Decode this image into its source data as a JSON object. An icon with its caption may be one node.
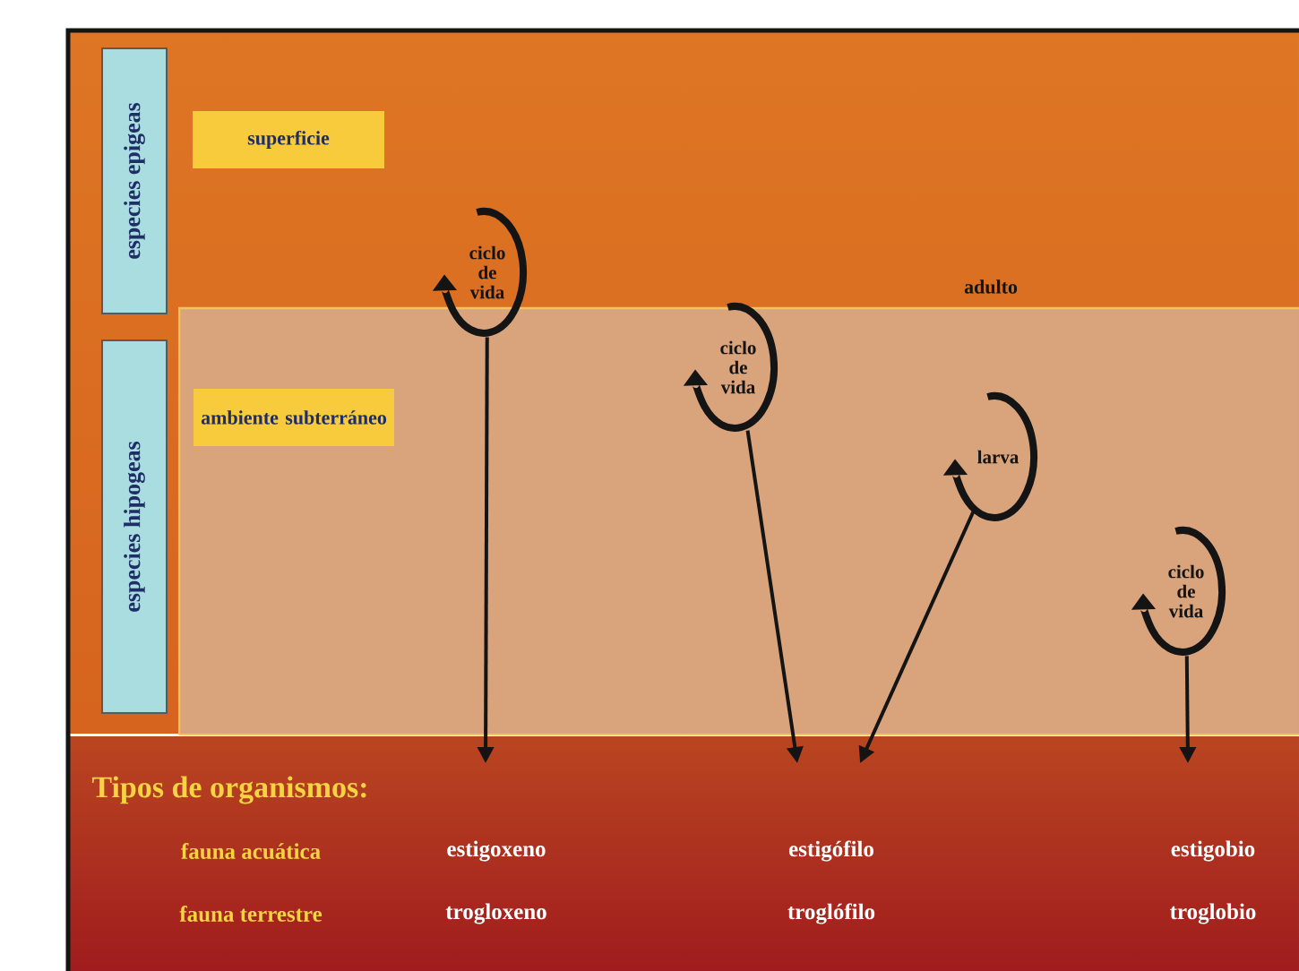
{
  "diagram": {
    "nodes": [
      {
        "text": [
          "especies epigeas"
        ]
      },
      {
        "text": [
          "especies hipogeas"
        ]
      },
      {
        "text": [
          "superficie"
        ]
      },
      {
        "text": [
          "ambiente subterráneo"
        ]
      },
      {
        "text": [
          "ciclo de vida"
        ]
      },
      {
        "text": [
          "ciclo de vida"
        ]
      },
      {
        "text": [
          "larva"
        ]
      },
      {
        "text": [
          "ciclo de vida"
        ]
      }
    ],
    "edges": [
      {
        "from": 4,
        "to": null,
        "arrow": "to"
      },
      {
        "from": 5,
        "to": null,
        "arrow": "to"
      },
      {
        "from": 6,
        "to": null,
        "arrow": "to"
      },
      {
        "from": 7,
        "to": null,
        "arrow": "to"
      }
    ],
    "labels": [
      "adulto",
      "Tipos de organismos:",
      "fauna acuática",
      "estigoxeno",
      "estigófilo",
      "estigobio",
      "fauna terrestre",
      "trogloxeno",
      "troglófilo",
      "troglobio"
    ]
  }
}
